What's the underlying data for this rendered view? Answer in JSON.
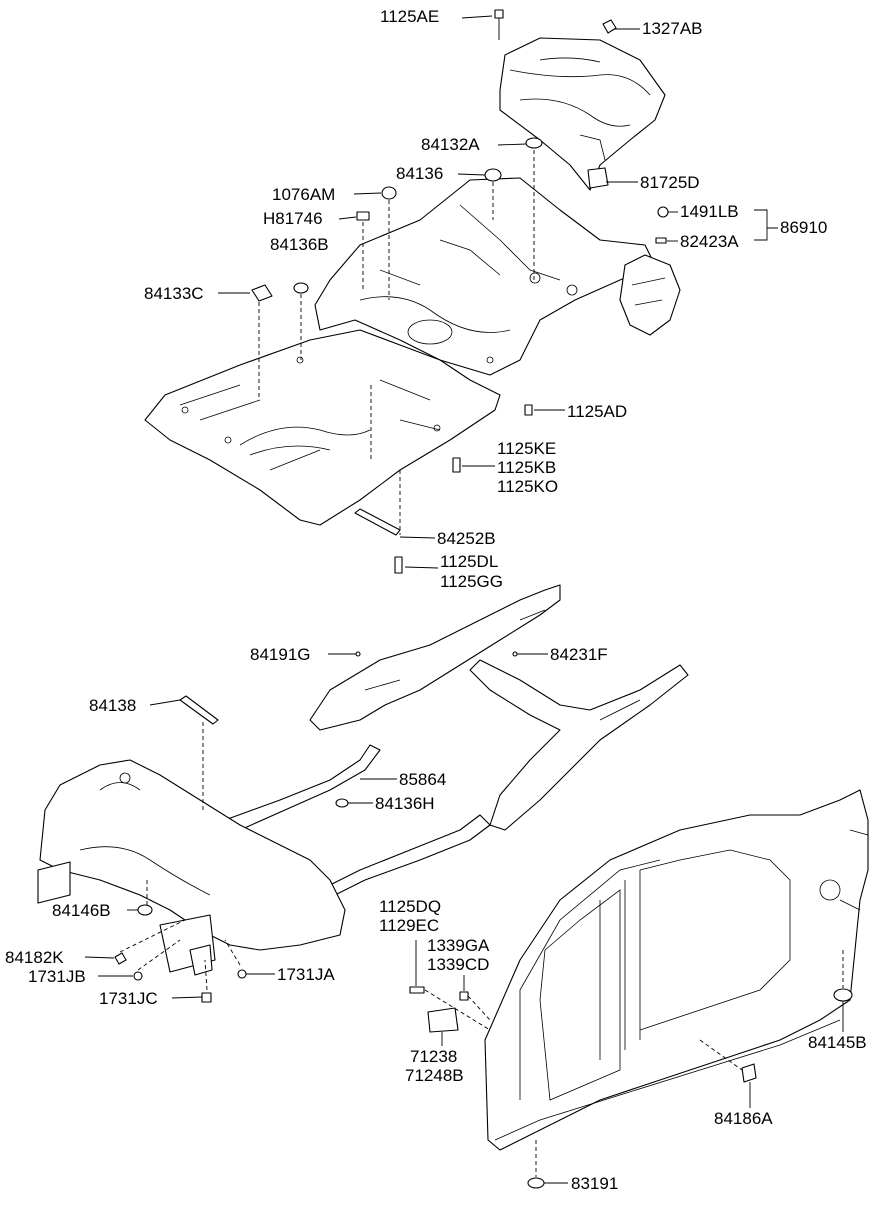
{
  "labels": {
    "p1125AE": "1125AE",
    "p1327AB": "1327AB",
    "p84132A": "84132A",
    "p84136": "84136",
    "p81725D": "81725D",
    "p1076AM": "1076AM",
    "pH81746": "H81746",
    "p1491LB": "1491LB",
    "p86910": "86910",
    "p84136B": "84136B",
    "p82423A": "82423A",
    "p84133C": "84133C",
    "p1125AD": "1125AD",
    "p1125KE": "1125KE",
    "p1125KB": "1125KB",
    "p1125KO": "1125KO",
    "p84252B": "84252B",
    "p1125DL": "1125DL",
    "p1125GG": "1125GG",
    "p84191G": "84191G",
    "p84231F": "84231F",
    "p84138": "84138",
    "p85864": "85864",
    "p84136H": "84136H",
    "p84146B": "84146B",
    "p1125DQ": "1125DQ",
    "p1129EC": "1129EC",
    "p1339GA": "1339GA",
    "p1339CD": "1339CD",
    "p84182K": "84182K",
    "p1731JA": "1731JA",
    "p1731JB": "1731JB",
    "p1731JC": "1731JC",
    "p71238": "71238",
    "p71248B": "71248B",
    "p84145B": "84145B",
    "p84186A": "84186A",
    "p83191": "83191"
  }
}
